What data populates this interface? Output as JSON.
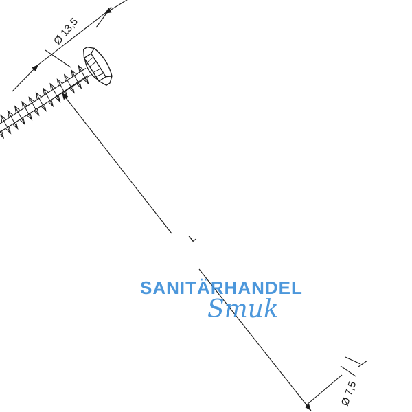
{
  "drawing": {
    "dimension_head": "Ø 13,5",
    "dimension_length": "L",
    "dimension_tip": "Ø 7,5"
  },
  "watermark": {
    "line1": "SANITÄRHANDEL",
    "line2": "Smuk",
    "color": "#3d8fd9"
  },
  "colors": {
    "line": "#1a1a1a",
    "background": "#ffffff"
  }
}
